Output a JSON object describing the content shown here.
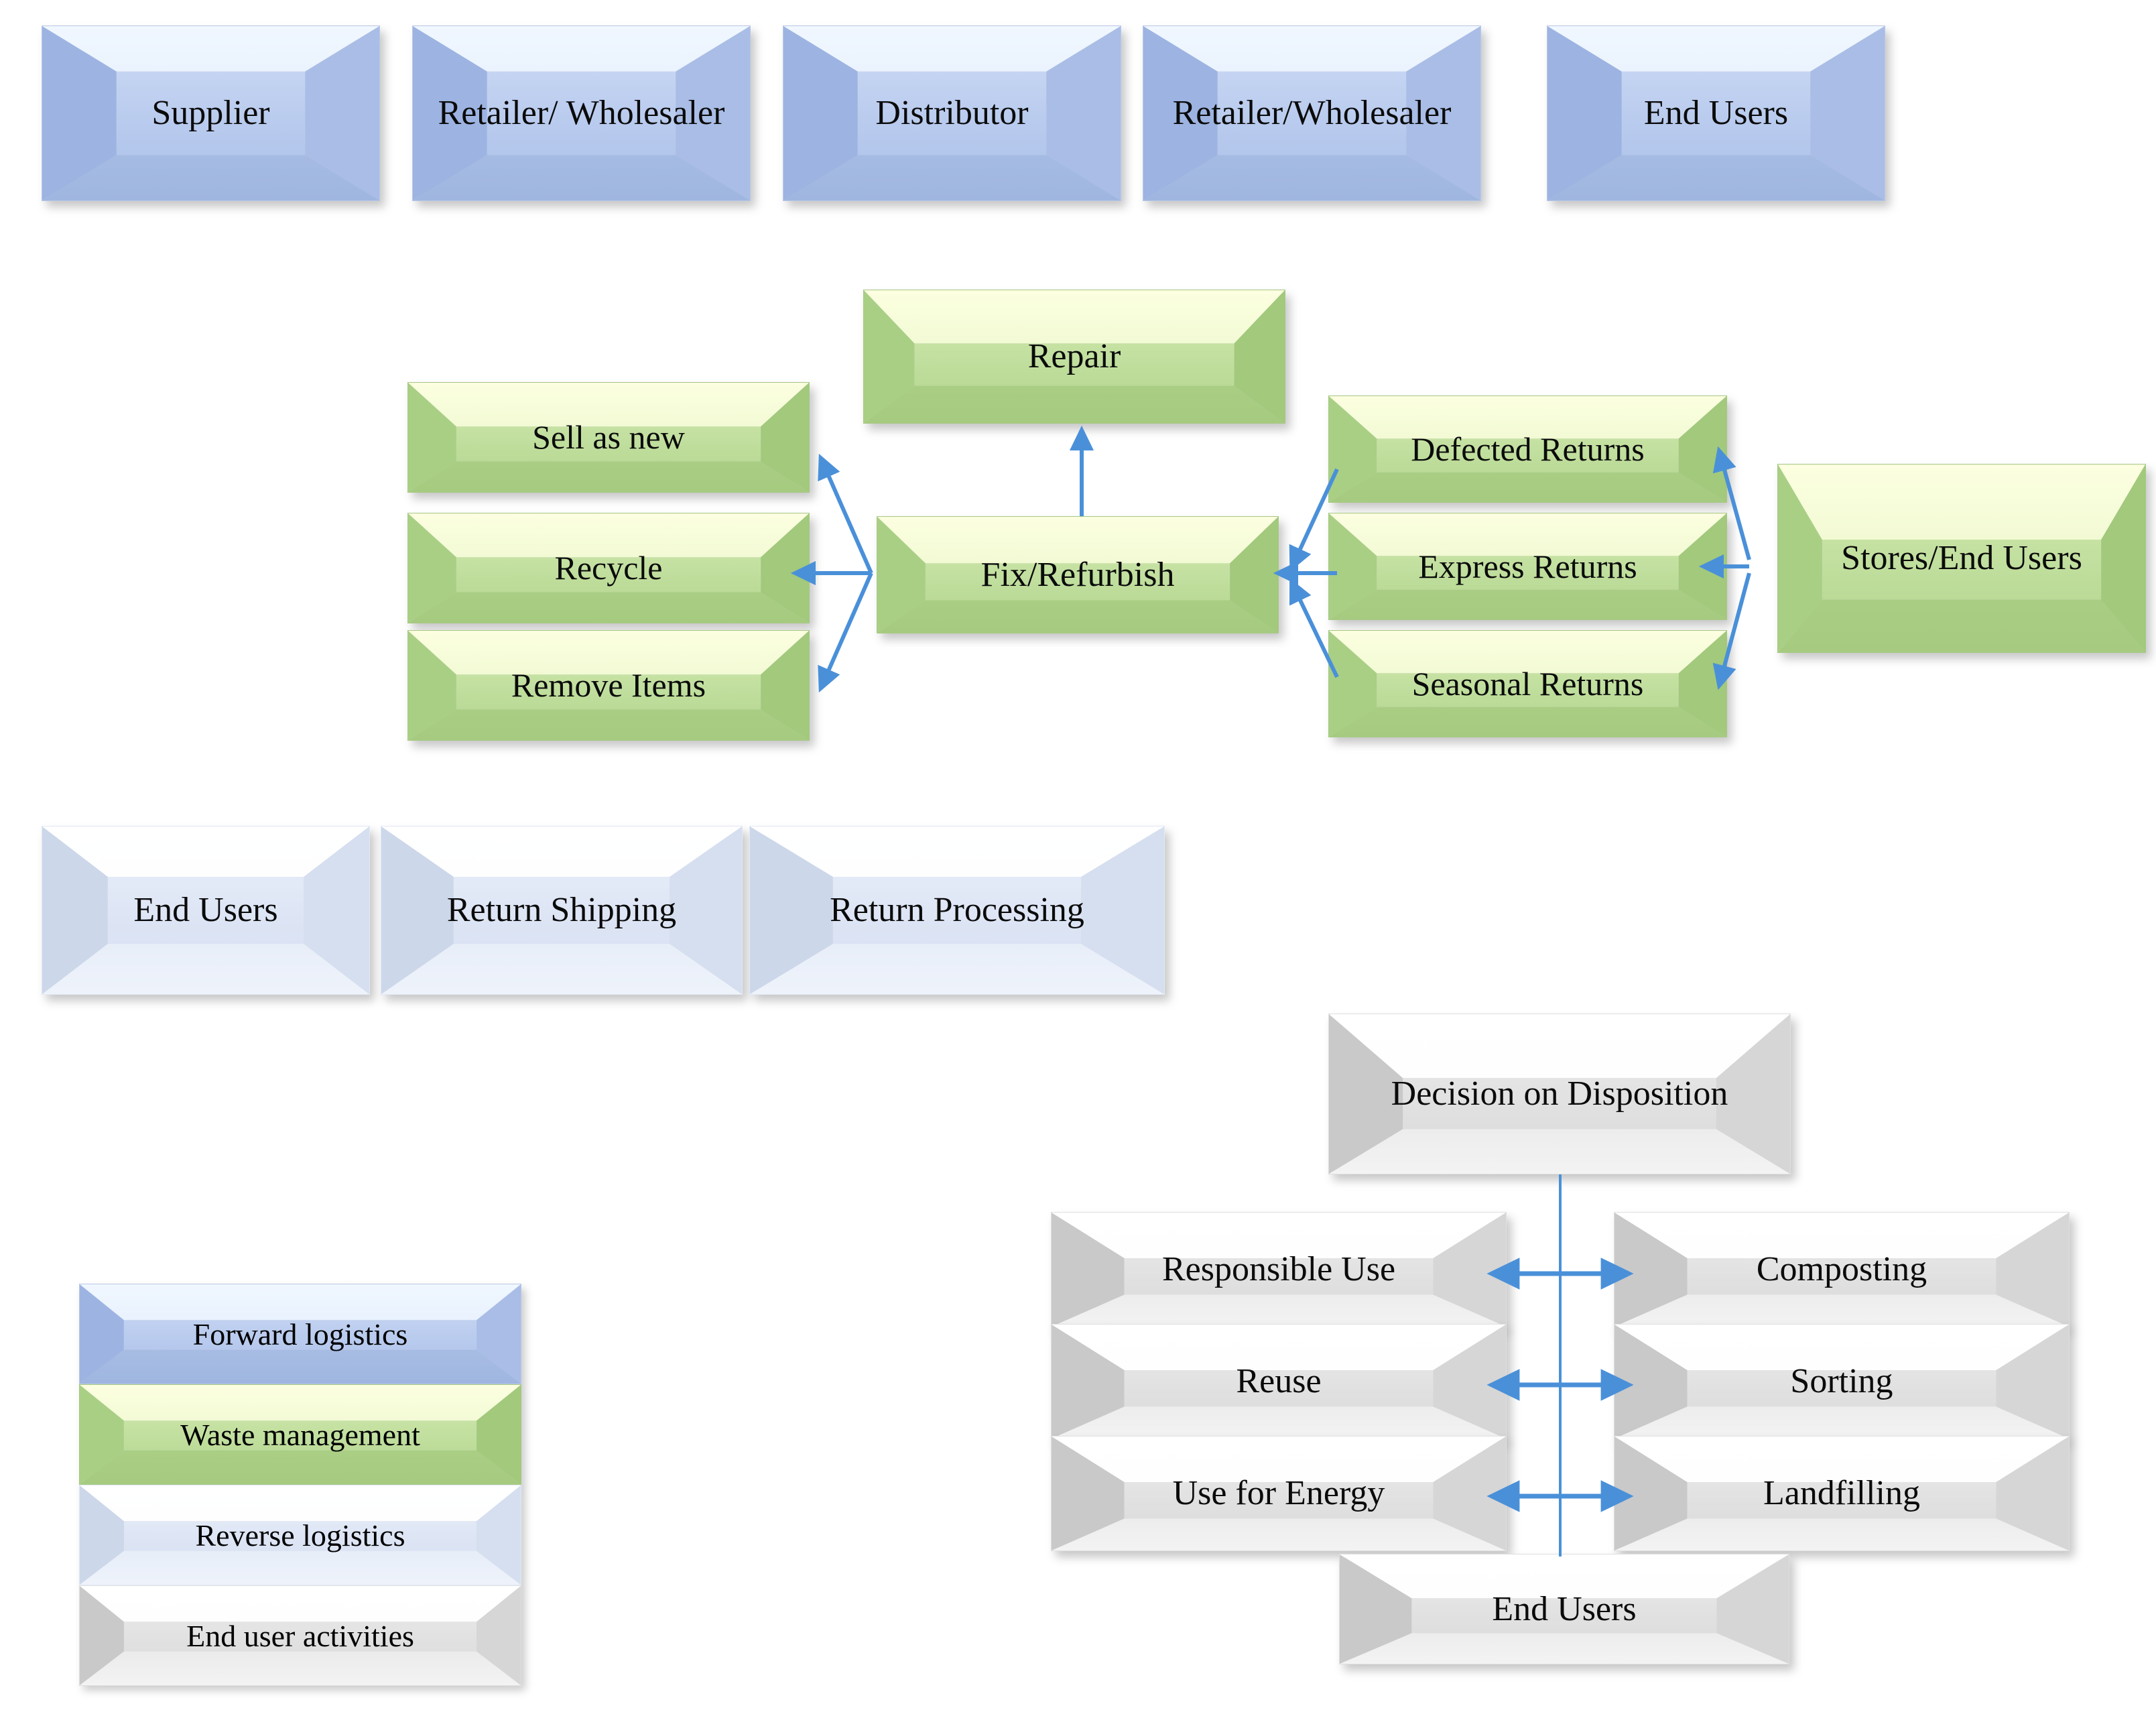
{
  "diagram": {
    "title": "Closed-loop supply chain / reverse logistics flow diagram",
    "accent_arrow_color": "#4a90d9",
    "colors": {
      "forward_logistics": "#aac0e8",
      "waste_management": "#b2d48c",
      "reverse_logistics": "#d9e1f2",
      "end_user_activities": "#dedede"
    }
  },
  "forward_chain": {
    "stage_labels": [
      "Supplier",
      "Retailer/ Wholesaler",
      "Distributor",
      "Retailer/Wholesaler",
      "End Users"
    ]
  },
  "waste_management": {
    "repair": "Repair",
    "hub": "Fix/Refurbish",
    "outputs": [
      "Sell as new",
      "Recycle",
      "Remove Items"
    ],
    "returns": [
      "Defected Returns",
      "Express Returns",
      "Seasonal Returns"
    ],
    "source": "Stores/End Users"
  },
  "reverse_logistics": {
    "stage_labels": [
      "End Users",
      "Return Shipping",
      "Return Processing"
    ]
  },
  "disposition": {
    "header": "Decision on Disposition",
    "left_options": [
      "Responsible Use",
      "Reuse",
      "Use for Energy"
    ],
    "right_options": [
      "Composting",
      "Sorting",
      "Landfilling"
    ],
    "footer": "End Users"
  },
  "legend": {
    "items": [
      {
        "label": "Forward logistics",
        "swatch": "#aac0e8"
      },
      {
        "label": "Waste management",
        "swatch": "#b2d48c"
      },
      {
        "label": "Reverse logistics",
        "swatch": "#d9e1f2"
      },
      {
        "label": "End user activities",
        "swatch": "#dedede"
      }
    ]
  }
}
